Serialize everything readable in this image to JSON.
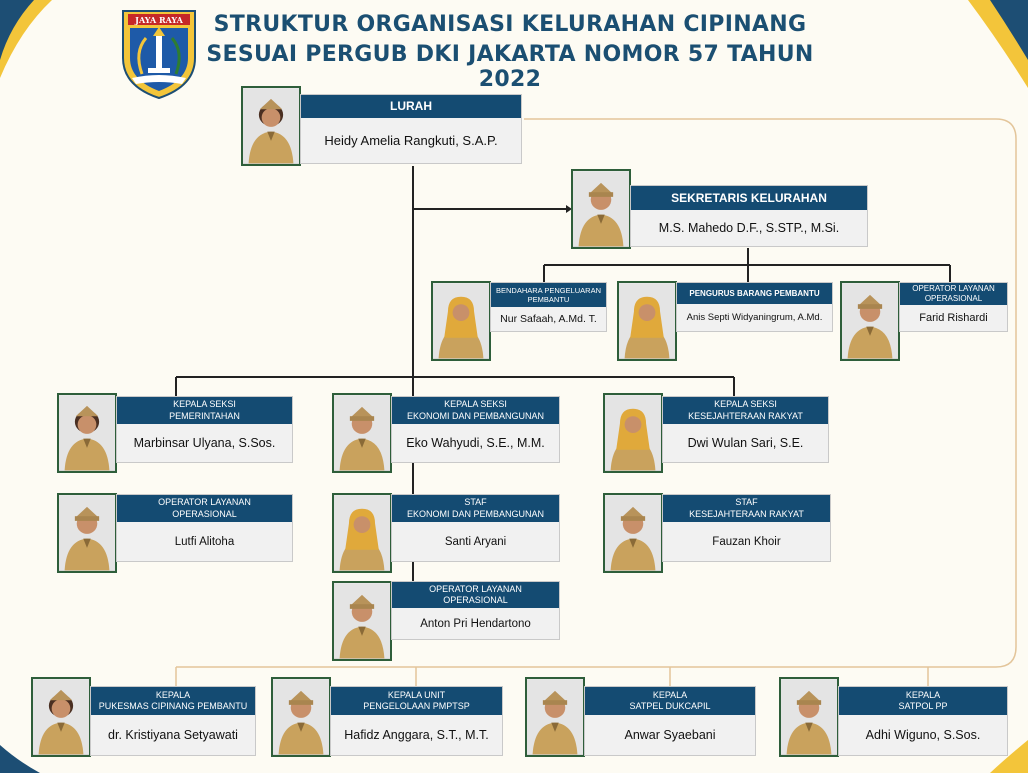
{
  "header": {
    "title_line1": "STRUKTUR ORGANISASI KELURAHAN CIPINANG",
    "title_line2": "SESUAI PERGUB DKI JAKARTA NOMOR 57 TAHUN 2022",
    "logo_text": "JAYA RAYA"
  },
  "colors": {
    "header_bg": "#144b72",
    "title": "#1b4f72",
    "corner_gold": "#f3c53a",
    "corner_navy": "#1d4e74",
    "connector": "#222222",
    "bottom_connector": "#e3c59a"
  },
  "positions": [
    {
      "id": "lurah",
      "role": [
        "LURAH"
      ],
      "name": "Heidy Amelia Rangkuti, S.A.P.",
      "gender": "f",
      "hijab": false
    },
    {
      "id": "sekretaris",
      "role": [
        "SEKRETARIS KELURAHAN"
      ],
      "name": "M.S. Mahedo D.F., S.STP., M.Si.",
      "gender": "m"
    },
    {
      "id": "bendahara",
      "role": [
        "BENDAHARA PENGELUARAN",
        "PEMBANTU"
      ],
      "name": "Nur Safaah, A.Md. T.",
      "gender": "f",
      "hijab": true
    },
    {
      "id": "pengurus-barang",
      "role": [
        "PENGURUS BARANG PEMBANTU"
      ],
      "name": "Anis Septi Widyaningrum, A.Md.",
      "gender": "f",
      "hijab": true
    },
    {
      "id": "operator-sekretariat",
      "role": [
        "OPERATOR LAYANAN",
        "OPERASIONAL"
      ],
      "name": "Farid Rishardi",
      "gender": "m"
    },
    {
      "id": "kasi-pemerintahan",
      "role": [
        "KEPALA SEKSI",
        "PEMERINTAHAN"
      ],
      "name": "Marbinsar Ulyana, S.Sos.",
      "gender": "f",
      "hijab": false
    },
    {
      "id": "kasi-ekbang",
      "role": [
        "KEPALA SEKSI",
        "EKONOMI DAN PEMBANGUNAN"
      ],
      "name": "Eko Wahyudi, S.E., M.M.",
      "gender": "m"
    },
    {
      "id": "kasi-kesra",
      "role": [
        "KEPALA SEKSI",
        "KESEJAHTERAAN RAKYAT"
      ],
      "name": "Dwi Wulan Sari, S.E.",
      "gender": "f",
      "hijab": true
    },
    {
      "id": "operator-pemerintahan",
      "role": [
        "OPERATOR LAYANAN",
        "OPERASIONAL"
      ],
      "name": "Lutfi Alitoha",
      "gender": "m"
    },
    {
      "id": "staf-ekbang",
      "role": [
        "STAF",
        "EKONOMI DAN PEMBANGUNAN"
      ],
      "name": "Santi Aryani",
      "gender": "f",
      "hijab": true
    },
    {
      "id": "staf-kesra",
      "role": [
        "STAF",
        "KESEJAHTERAAN RAKYAT"
      ],
      "name": "Fauzan Khoir",
      "gender": "m"
    },
    {
      "id": "operator-ekbang",
      "role": [
        "OPERATOR LAYANAN",
        "OPERASIONAL"
      ],
      "name": "Anton Pri Hendartono",
      "gender": "m"
    },
    {
      "id": "kepala-puskesmas",
      "role": [
        "KEPALA",
        "PUKESMAS CIPINANG PEMBANTU"
      ],
      "name": "dr. Kristiyana Setyawati",
      "gender": "f",
      "hijab": false
    },
    {
      "id": "kepala-pmptsp",
      "role": [
        "KEPALA UNIT",
        "PENGELOLAAN PMPTSP"
      ],
      "name": "Hafidz Anggara, S.T., M.T.",
      "gender": "m"
    },
    {
      "id": "kepala-dukcapil",
      "role": [
        "KEPALA",
        "SATPEL DUKCAPIL"
      ],
      "name": "Anwar Syaebani",
      "gender": "m"
    },
    {
      "id": "kepala-satpol",
      "role": [
        "KEPALA",
        "SATPOL PP"
      ],
      "name": "Adhi Wiguno, S.Sos.",
      "gender": "m"
    }
  ]
}
